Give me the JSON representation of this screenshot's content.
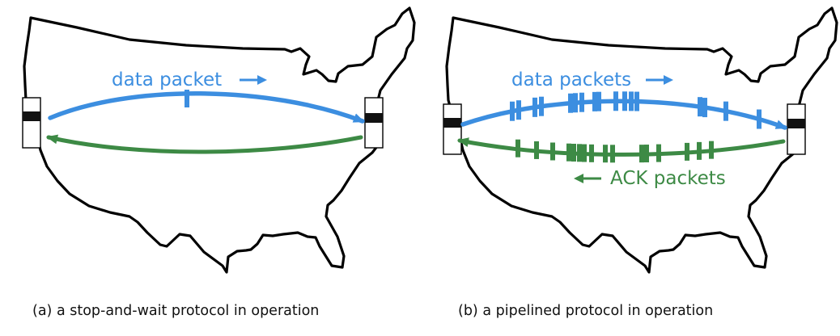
{
  "colors": {
    "data_packet": "#3c8ee0",
    "ack_packet": "#3d8a45",
    "map_outline": "#000000",
    "host_band": "#111111"
  },
  "panel_a": {
    "data_label": "data packet",
    "caption": "(a) a stop-and-wait protocol in operation",
    "data_packet_count": 1
  },
  "panel_b": {
    "data_label": "data packets",
    "ack_label": "ACK packets",
    "caption": "(b) a pipelined protocol in operation",
    "data_packet_count": 17,
    "ack_packet_count": 16
  }
}
